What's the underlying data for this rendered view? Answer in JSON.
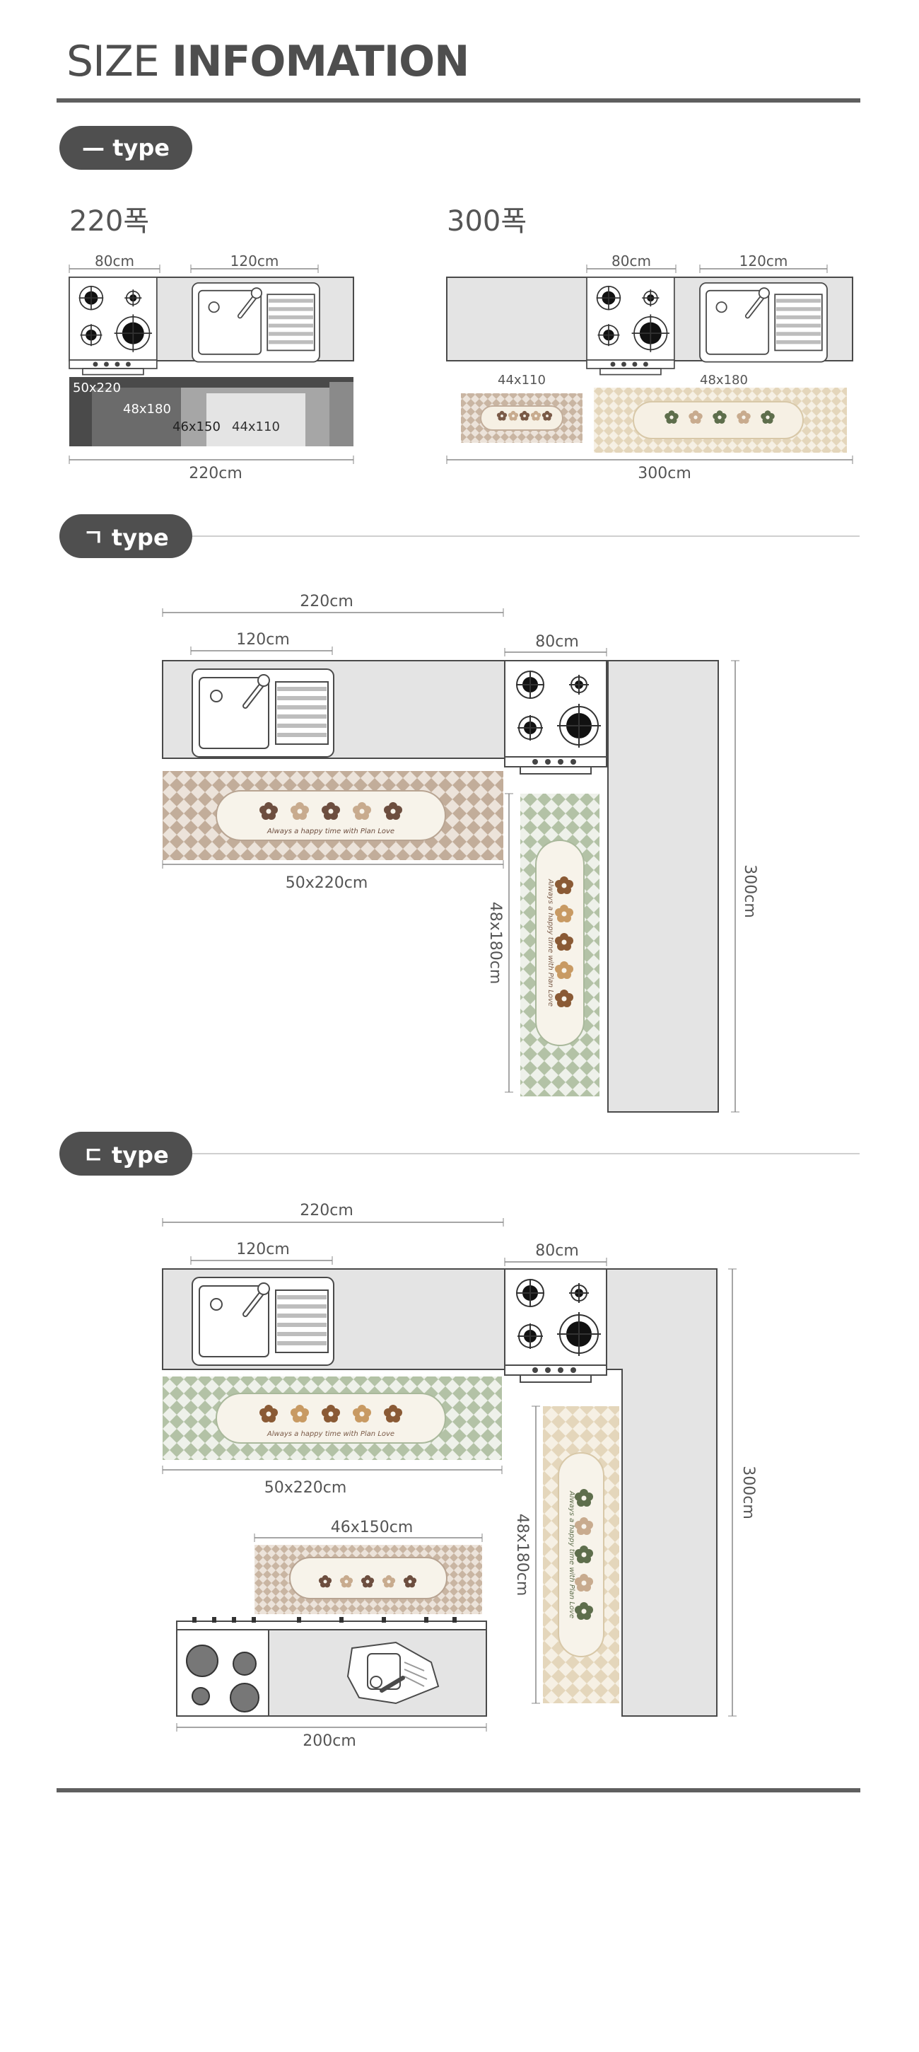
{
  "header": {
    "title_light": "SIZE ",
    "title_bold": "INFOMATION"
  },
  "sections": {
    "straight": {
      "type_label": "— type",
      "left": {
        "title": "220폭",
        "dims": {
          "stove": "80cm",
          "sink": "120cm",
          "total": "220cm"
        },
        "stack_labels": [
          "50x220",
          "48x180",
          "46x150",
          "44x110"
        ]
      },
      "right": {
        "title": "300폭",
        "dims": {
          "stove": "80cm",
          "sink": "120cm",
          "total": "300cm"
        },
        "mat_labels": [
          "44x110",
          "48x180"
        ]
      }
    },
    "l_type": {
      "type_label": "ㄱ type",
      "dims": {
        "counter": "220cm",
        "sink": "120cm",
        "stove": "80cm",
        "mat_h": "50x220cm",
        "mat_v": "48x180cm",
        "height": "300cm"
      },
      "mat_text": "Always a happy time with Plan Love"
    },
    "u_type": {
      "type_label": "ㄷ type",
      "dims": {
        "counter": "220cm",
        "sink": "120cm",
        "stove": "80cm",
        "mat_h": "50x220cm",
        "mat_small": "46x150cm",
        "mat_v": "48x180cm",
        "height": "300cm",
        "bottom": "200cm"
      },
      "mat_text": "Always a happy time with Plan Love"
    }
  },
  "colors": {
    "counter": "#e4e4e4",
    "outline": "#4a4a4a",
    "mat_brown": "#c2ad9a",
    "mat_green": "#b3c2a6",
    "mat_beige": "#e4d6bb",
    "flower_brown": "#7a5a47",
    "flower_orange": "#b07a45",
    "flower_green": "#5e6e4c",
    "flower_tan": "#c8ab8e"
  }
}
